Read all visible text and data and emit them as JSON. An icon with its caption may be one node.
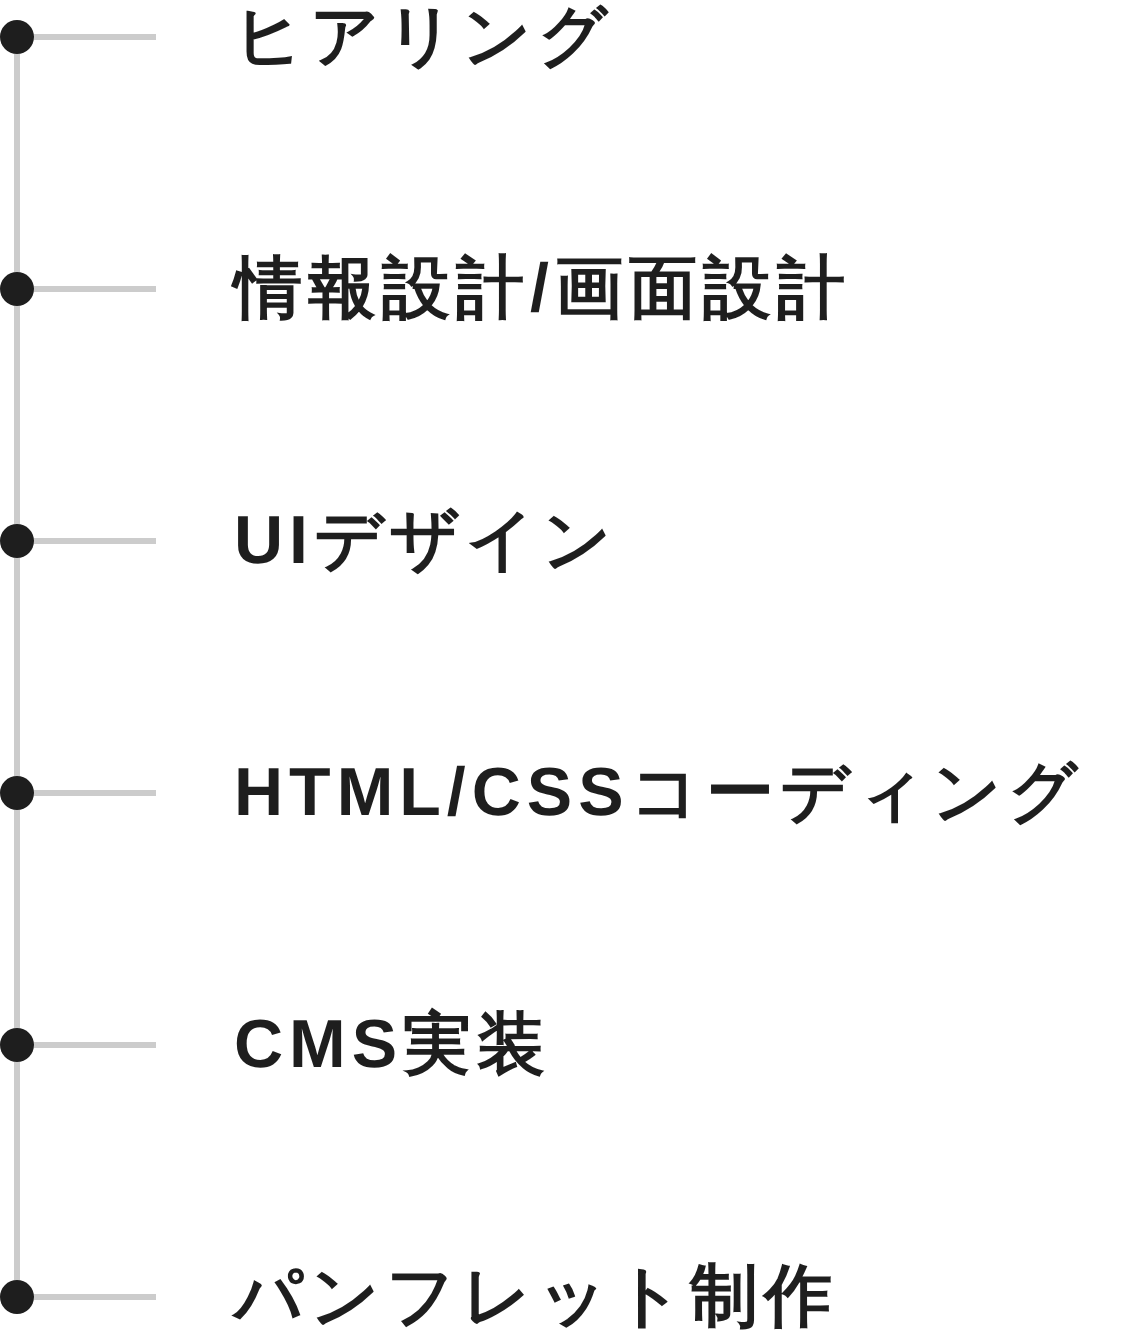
{
  "diagram": {
    "nodes": [
      {
        "text": [],
        "shape": "circle"
      },
      {
        "text": [
          "ヒアリング"
        ]
      },
      {
        "text": [],
        "shape": "circle"
      },
      {
        "text": [
          "情報設計/画面設計"
        ]
      },
      {
        "text": [],
        "shape": "circle"
      },
      {
        "text": [
          "UIデザイン"
        ]
      },
      {
        "text": [],
        "shape": "circle"
      },
      {
        "text": [
          "HTML/CSSコーディング"
        ]
      },
      {
        "text": [],
        "shape": "circle"
      },
      {
        "text": [
          "CMS実装"
        ]
      },
      {
        "text": [],
        "shape": "circle"
      },
      {
        "text": [
          "パンフレット制作"
        ]
      }
    ],
    "edges": [
      {
        "from": 0,
        "to": 2,
        "arrow": "none"
      },
      {
        "from": 2,
        "to": 4,
        "arrow": "none"
      },
      {
        "from": 4,
        "to": 6,
        "arrow": "none"
      },
      {
        "from": 6,
        "to": 8,
        "arrow": "none"
      },
      {
        "from": 8,
        "to": 10,
        "arrow": "none"
      },
      {
        "from": 0,
        "to": 1,
        "arrow": "none"
      },
      {
        "from": 2,
        "to": 3,
        "arrow": "none"
      },
      {
        "from": 4,
        "to": 5,
        "arrow": "none"
      },
      {
        "from": 6,
        "to": 7,
        "arrow": "none"
      },
      {
        "from": 8,
        "to": 9,
        "arrow": "none"
      },
      {
        "from": 10,
        "to": 11,
        "arrow": "none"
      }
    ]
  }
}
